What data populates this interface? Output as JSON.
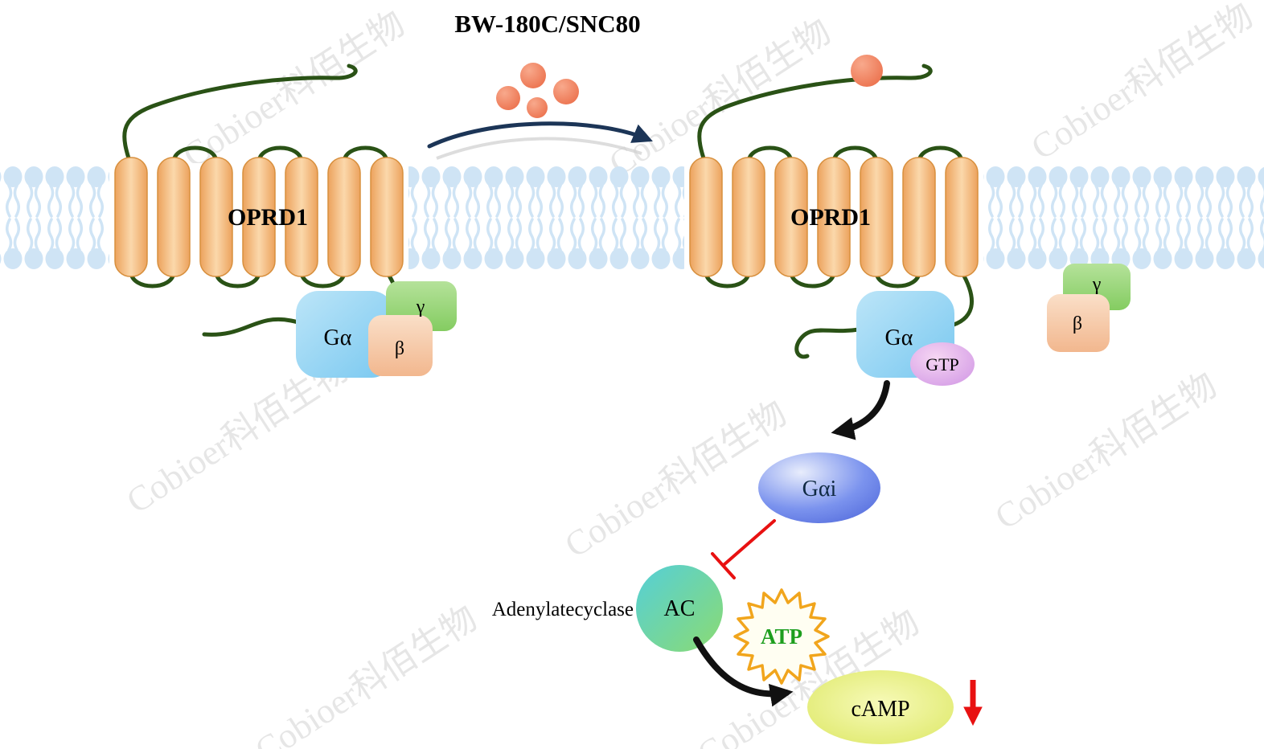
{
  "title": "BW-180C/SNC80",
  "watermark": "Cobioer科佰生物",
  "left_receptor": {
    "label": "OPRD1",
    "g_alpha": "Gα",
    "beta": "β",
    "gamma": "γ"
  },
  "right_receptor": {
    "label": "OPRD1",
    "g_alpha": "Gα",
    "gtp": "GTP",
    "beta": "β",
    "gamma": "γ"
  },
  "pathway": {
    "g_alpha_i": "Gαi",
    "ac_short": "AC",
    "ac_full": "Adenylatecyclase",
    "atp": "ATP",
    "camp": "cAMP"
  },
  "colors": {
    "helix": "#f6c58f",
    "loop_green": "#2a5216",
    "membrane_blue": "#cfe4f5",
    "ligand_salmon": "#ea6a45",
    "g_alpha_blue": "#8fd0f2",
    "beta_peach": "#f6c8a2",
    "gamma_green": "#9bd577",
    "gtp_purple": "#d49ae6",
    "gai_blue": "#4b63d8",
    "ac_teal": "#55cfd8",
    "camp_yellow": "#dce763",
    "inhibit_red": "#e81111",
    "arrow_black": "#111111",
    "atp_text_green": "#1e9e1e",
    "title_arrow_navy": "#1c3557"
  }
}
